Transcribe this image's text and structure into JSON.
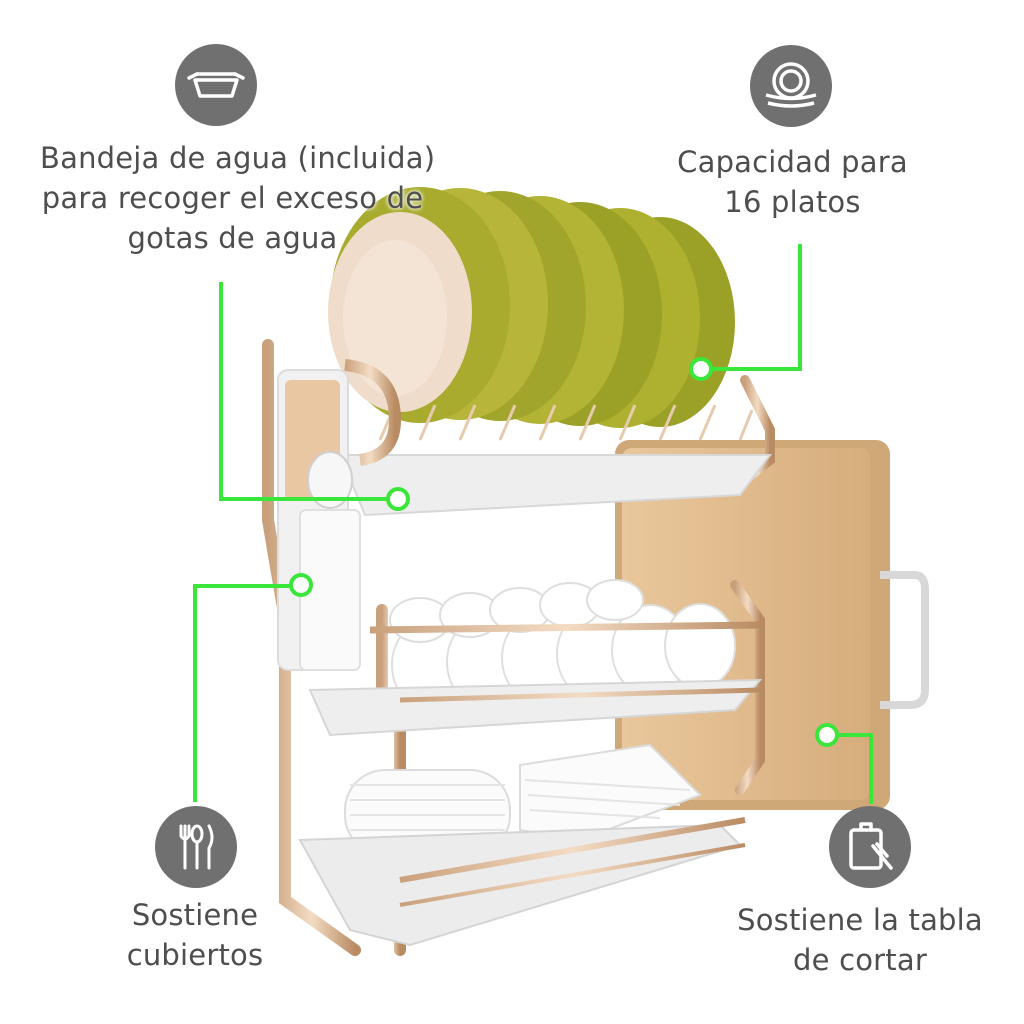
{
  "colors": {
    "accent": "#39e639",
    "icon_bg": "#707070",
    "text": "#4e4e4e"
  },
  "features": {
    "water_tray": {
      "icon": "tray-icon",
      "lines": [
        "Bandeja de agua (incluida)",
        "para recoger el exceso de",
        "gotas de agua"
      ]
    },
    "plate_capacity": {
      "icon": "plates-icon",
      "lines": [
        "Capacidad para",
        "16 platos"
      ]
    },
    "cutlery": {
      "icon": "cutlery-icon",
      "lines": [
        "Sostiene",
        "cubiertos"
      ]
    },
    "cutting_board": {
      "icon": "cutting-board-icon",
      "lines": [
        "Sostiene la tabla",
        "de cortar"
      ]
    }
  }
}
